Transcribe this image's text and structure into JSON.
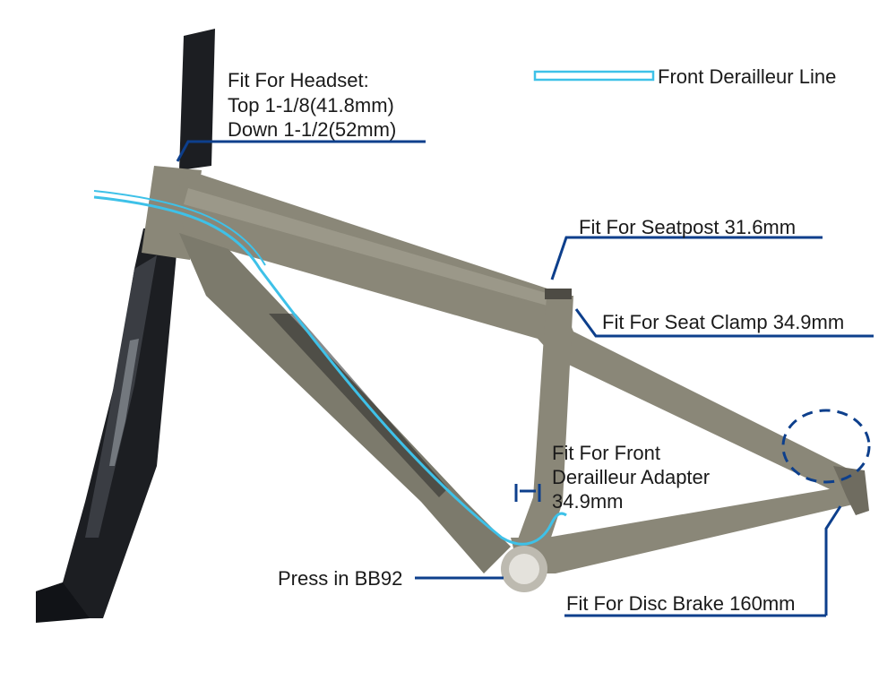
{
  "labels": {
    "headset_line1": "Fit For Headset:",
    "headset_line2": "Top 1-1/8(41.8mm)",
    "headset_line3": "Down 1-1/2(52mm)",
    "legend": "Front Derailleur Line",
    "seatpost": "Fit For Seatpost 31.6mm",
    "seat_clamp": "Fit For Seat Clamp 34.9mm",
    "fd_line1": "Fit For Front",
    "fd_line2": "Derailleur Adapter",
    "fd_line3": "34.9mm",
    "bb": "Press in BB92",
    "disc": "Fit For Disc Brake 160mm"
  },
  "colors": {
    "callout": "#0d3f8c",
    "derailleur_line": "#3ec1e8",
    "frame": "#8a8778",
    "frame_shadow": "#5c5a50",
    "fork": "#1c1e22",
    "text": "#1a1a1a"
  }
}
